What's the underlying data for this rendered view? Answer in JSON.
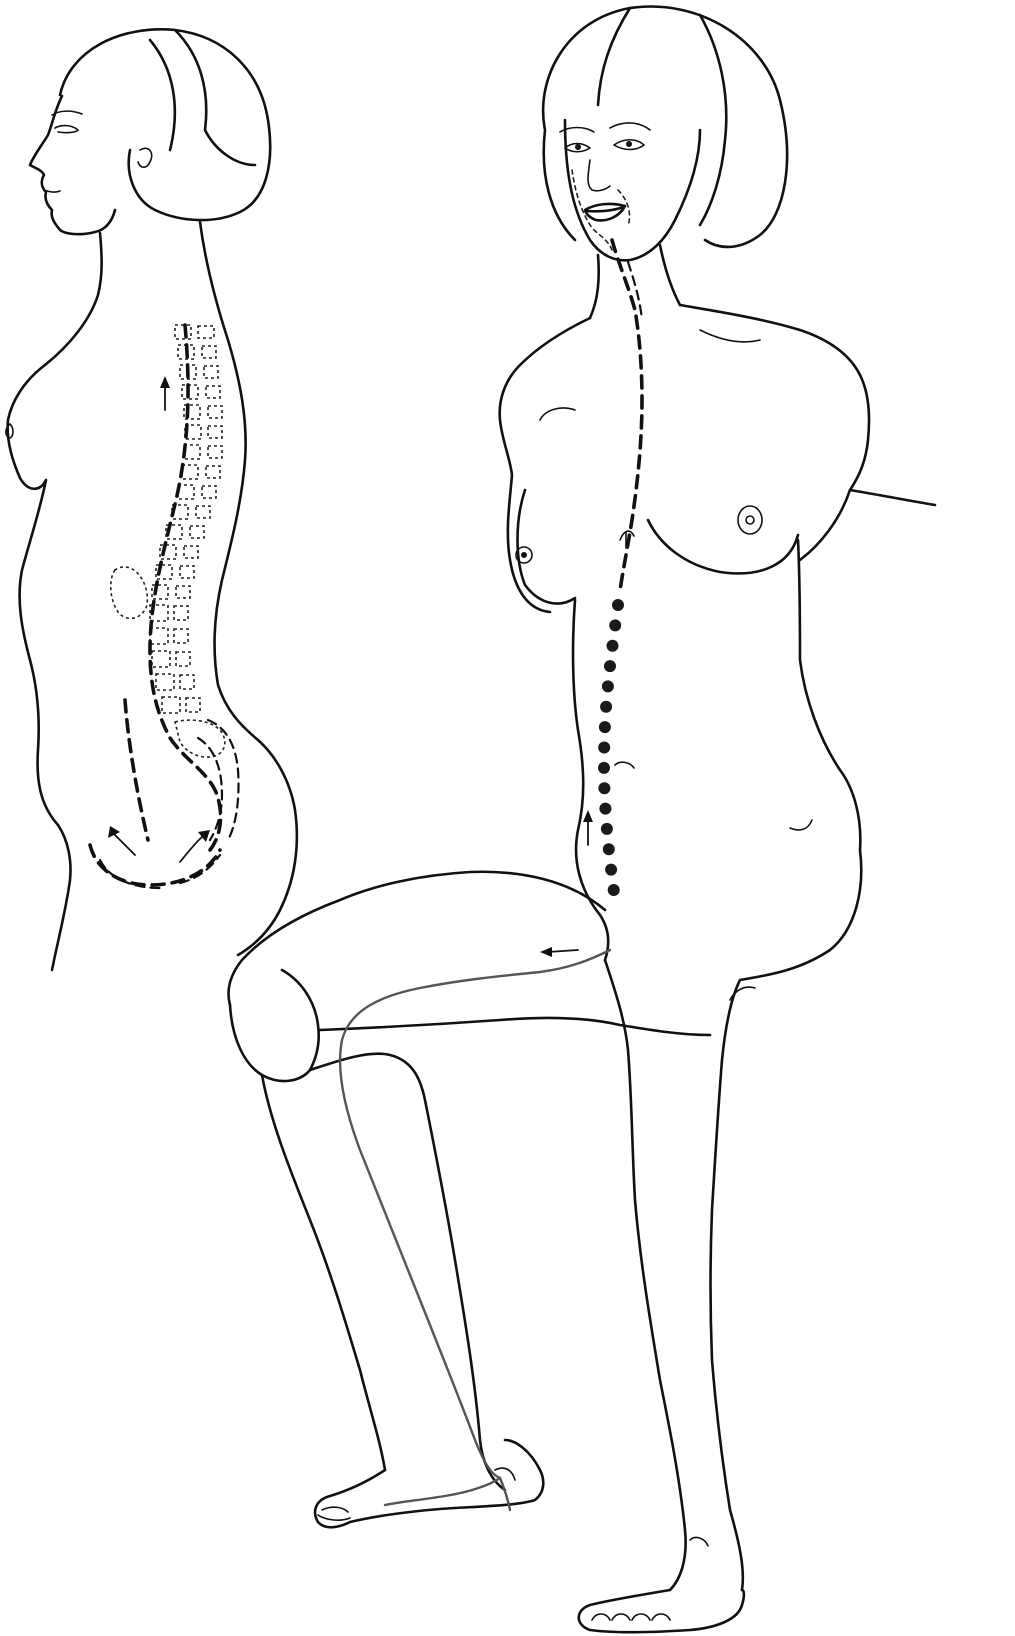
{
  "figure": {
    "figures": [
      {
        "name": "side-view-torso",
        "channel": "spine-dashed-path",
        "arrows": [
          "up",
          "curve-left",
          "curve-right"
        ]
      },
      {
        "name": "front-view-seated-woman",
        "channel": "front-midline-dotted-path",
        "arrows": [
          "up",
          "thigh-left"
        ]
      }
    ],
    "front_channel_dot_count": 15,
    "colors": {
      "ink": "#111111",
      "channel_gray": "#555555",
      "background": "#ffffff"
    }
  }
}
